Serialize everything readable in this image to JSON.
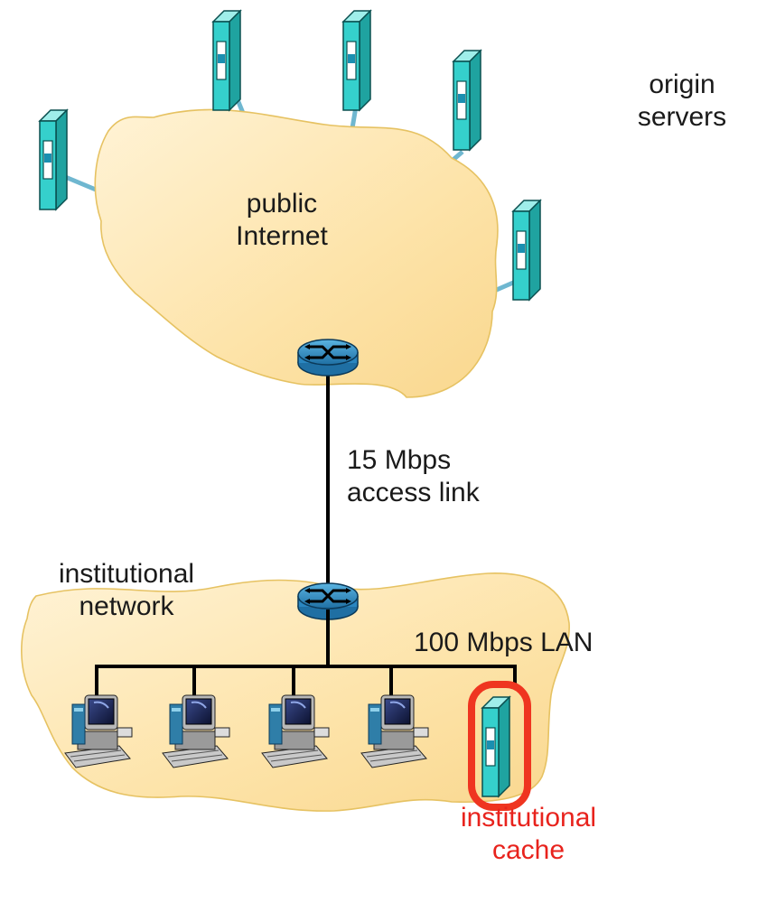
{
  "labels": {
    "origin_line1": "origin",
    "origin_line2": "servers",
    "public_line1": "public",
    "public_line2": "Internet",
    "access_line1": "15 Mbps",
    "access_line2": "access link",
    "inst_line1": "institutional",
    "inst_line2": "network",
    "lan": "100 Mbps LAN",
    "cache_line1": "institutional",
    "cache_line2": "cache"
  },
  "colors": {
    "cloud_fill": "#fde6b0",
    "cloud_stroke": "#e6c262",
    "server_body": "#35d0cc",
    "router": "#2f8fc8",
    "cable": "#000000",
    "server_link": "#6fb7d0",
    "cache_highlight": "#ef3520",
    "cache_label": "#e8231d"
  },
  "icons": {
    "server": "server-tower-icon",
    "router": "router-icon",
    "host": "desktop-computer-icon"
  }
}
